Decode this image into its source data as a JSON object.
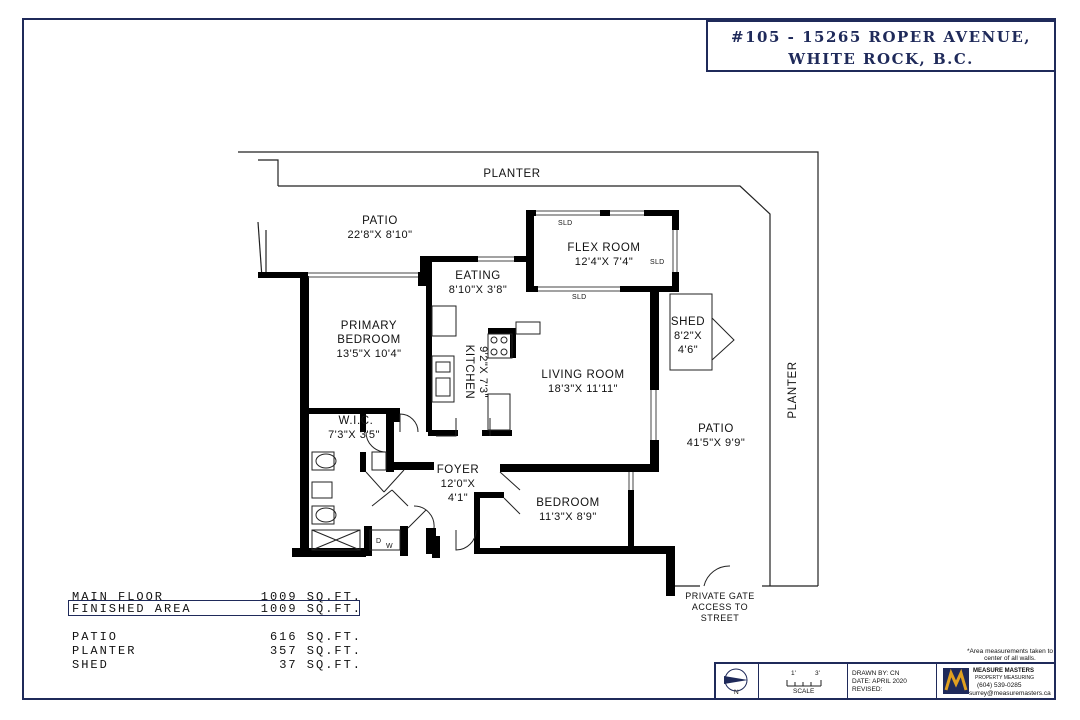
{
  "title": {
    "line1": "#105 - 15265 ROPER AVENUE,",
    "line2": "WHITE ROCK, B.C."
  },
  "rooms": {
    "planter_top": "PLANTER",
    "planter_right": "PLANTER",
    "patio_top": {
      "name": "PATIO",
      "dim": "22'8\"X 8'10\""
    },
    "flex_room": {
      "name": "FLEX ROOM",
      "dim": "12'4\"X 7'4\""
    },
    "eating": {
      "name": "EATING",
      "dim": "8'10\"X 3'8\""
    },
    "primary_bedroom": {
      "name1": "PRIMARY",
      "name2": "BEDROOM",
      "dim": "13'5\"X 10'4\""
    },
    "kitchen": {
      "name": "KITCHEN",
      "dim": "9'2\"X 7'3\""
    },
    "living_room": {
      "name": "LIVING ROOM",
      "dim": "18'3\"X 11'11\""
    },
    "shed": {
      "name": "SHED",
      "dim1": "8'2\"X",
      "dim2": "4'6\""
    },
    "patio_right": {
      "name": "PATIO",
      "dim": "41'5\"X 9'9\""
    },
    "wic": {
      "name": "W.I.C.",
      "dim": "7'3\"X 3'5\""
    },
    "foyer": {
      "name": "FOYER",
      "dim1": "12'0\"X",
      "dim2": "4'1\""
    },
    "bedroom": {
      "name": "BEDROOM",
      "dim": "11'3\"X 8'9\""
    },
    "private_gate": {
      "l1": "PRIVATE GATE",
      "l2": "ACCESS TO",
      "l3": "STREET"
    },
    "sld": "SLD",
    "dw": {
      "d": "D",
      "w": "W"
    }
  },
  "areas": {
    "main_floor": {
      "label": "MAIN FLOOR",
      "value": "1009 SQ.FT."
    },
    "finished_area": {
      "label": "FINISHED AREA",
      "value": "1009 SQ.FT."
    },
    "patio": {
      "label": "PATIO",
      "value": "616 SQ.FT."
    },
    "planter": {
      "label": "PLANTER",
      "value": "357 SQ.FT."
    },
    "shed": {
      "label": "SHED",
      "value": "37 SQ.FT."
    }
  },
  "footer": {
    "note": "*Area measurements taken to center of all walls.",
    "north": "N",
    "scale_1": "1'",
    "scale_3": "3'",
    "scale_label": "SCALE",
    "drawn_by": "DRAWN BY: CN",
    "date": "DATE: APRIL 2020",
    "revised": "REVISED:",
    "company": "MEASURE MASTERS",
    "company_sub": "PROPERTY MEASURING",
    "phone": "(604) 539-0285",
    "email": "surrey@measuremasters.ca",
    "logo_letters": "M"
  },
  "colors": {
    "navy": "#1f2a5a",
    "wall": "#000000",
    "gold": "#e0a020"
  }
}
